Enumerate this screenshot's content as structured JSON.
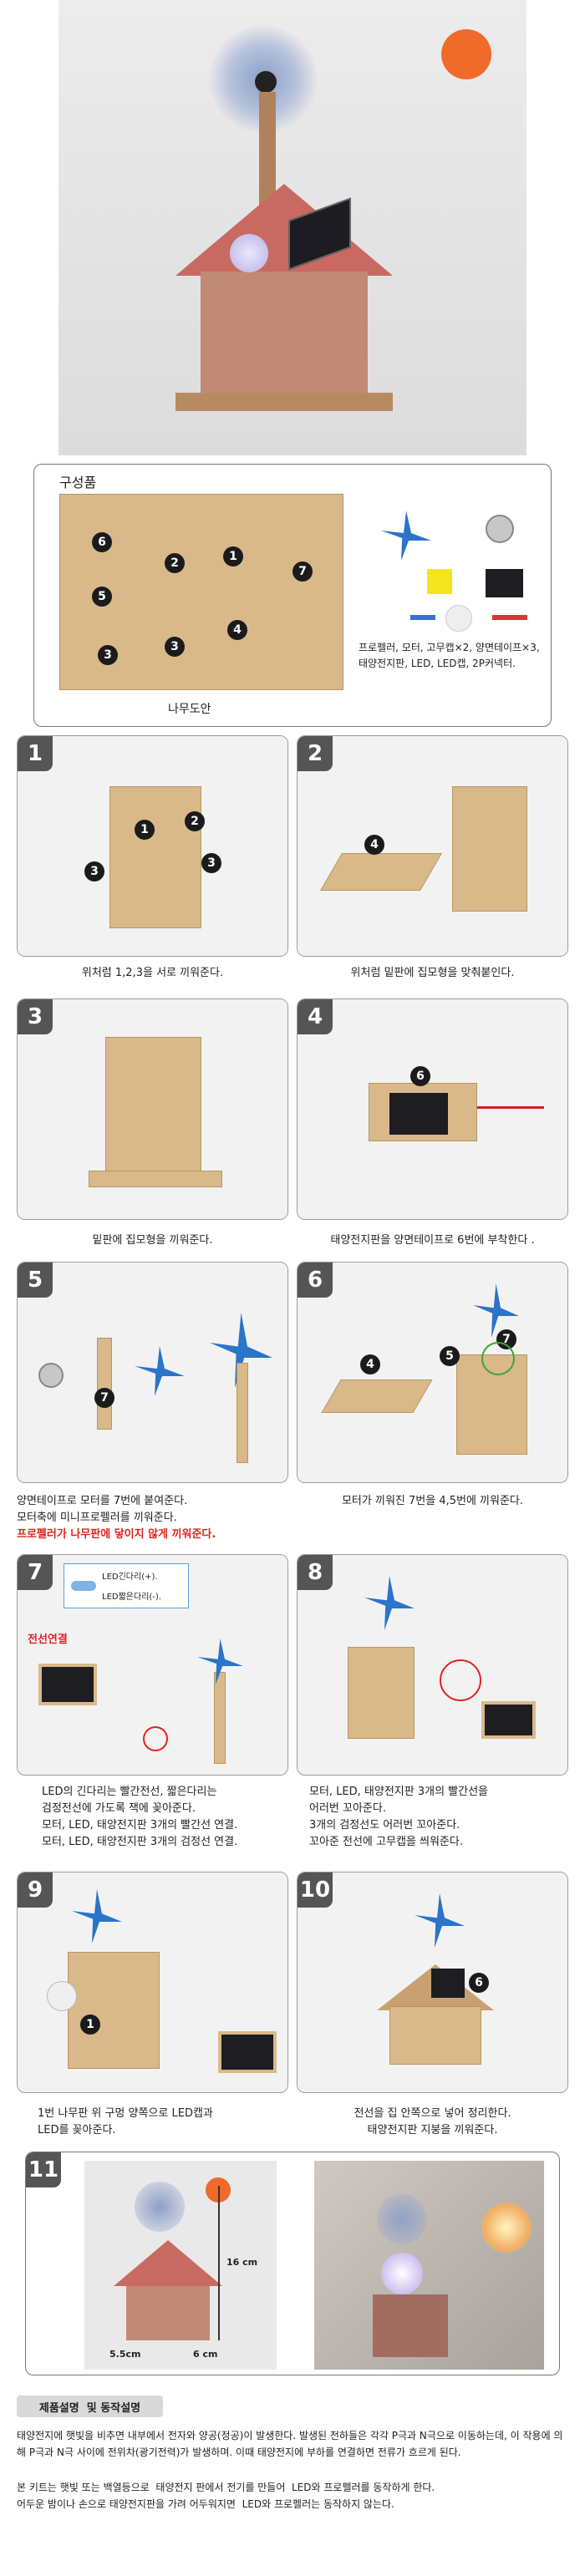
{
  "components": {
    "title": "구성품",
    "board_label": "나무도안",
    "parts_text": "프로펠러, 모터, 고무캡×2, 양면테이프×3, 태양전지판, LED, LED캡, 2P커넥터."
  },
  "steps": [
    {
      "num": "1",
      "caption": "위처럼 1,2,3을 서로 끼워준다."
    },
    {
      "num": "2",
      "caption": "위처럼 밑판에 집모형을 맞춰붙인다."
    },
    {
      "num": "3",
      "caption": "밑판에 집모형을 끼워준다."
    },
    {
      "num": "4",
      "caption": "태양전지판을 양면테이프로 6번에 부착한다 ."
    },
    {
      "num": "5",
      "caption_lines": [
        "양면테이프로 모터를 7번에 붙여준다.",
        "모터축에 미니프로펠러를 끼워준다."
      ],
      "caption_red": "프로펠러가 나무판에 닿이지 않게 끼워준다."
    },
    {
      "num": "6",
      "caption": "모터가 끼워진 7번을 4,5번에 끼워준다."
    },
    {
      "num": "7",
      "legend": [
        "LED긴다리(+).",
        "LED짧은다리(-)."
      ],
      "label_red": "전선연결",
      "caption_lines": [
        "LED의 긴다리는 빨간전선, 짧은다리는",
        "검정전선에 가도록 잭에 꽂아준다.",
        "모터, LED, 태양전지판 3개의 빨간선 연결.",
        "모터, LED, 태양전지판 3개의 검정선 연결."
      ]
    },
    {
      "num": "8",
      "caption_lines": [
        "모터, LED, 태양전지판 3개의  빨간선을",
        "어러번 꼬아준다.",
        "3개의 검정선도 어러번 꼬아준다.",
        "꼬아준 전선에 고무캡을 씌워준다."
      ]
    },
    {
      "num": "9",
      "caption_lines": [
        "1번 나무판 위 구멍 양쪽으로 LED캡과",
        "LED를 꽂아준다."
      ]
    },
    {
      "num": "10",
      "caption_lines": [
        "전선을 집 안쪽으로 넣어 정리한다.",
        "태양전지판 지붕을 끼워준다."
      ]
    },
    {
      "num": "11",
      "dim_height": "16 cm",
      "dim_depth": "5.5cm",
      "dim_width": "6 cm"
    }
  ],
  "desc": {
    "title": "제품설명  및 동작설명",
    "paragraph": "태양전지에 햇빛을 비추면 내부에서 전자와 양공(정공)이 발생한다. 발생된 전하들은 각각 P극과 N극으로 이동하는데, 이 작용에 의해 P극과 N극 사이에 전위차(광기전력)가 발생하며. 이때 태양전지에 부하를 연결하면 전류가 흐르게 된다.",
    "line2": "본 키트는 햇빛 또는 백열등으로  태양전지 판에서 전기를 만들어  LED와 프로펠러를 동작하게 한다.",
    "line3": "어두운 밤이나 손으로 태양전지판을 가려 어두워지면  LED와 프로펠러는 동작하지 않는다."
  },
  "colors": {
    "accent_red": "#e1231f",
    "step_badge": "#555555",
    "fan_blue": "#2a74c9",
    "wood": "#d9b98a"
  }
}
